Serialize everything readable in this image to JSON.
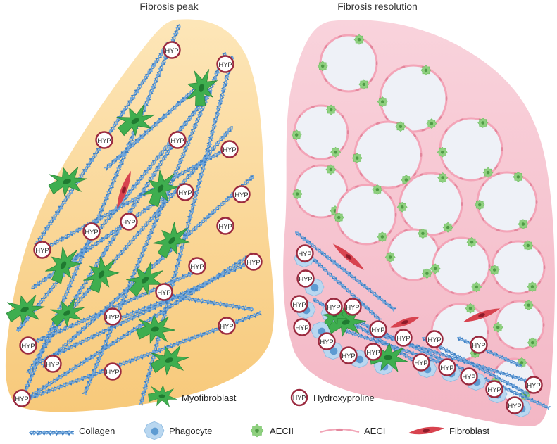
{
  "titles": {
    "left": "Fibrosis peak",
    "right": "Fibrosis resolution"
  },
  "hyp_badge": "HYP",
  "legend": {
    "myofibroblast": "Myofibroblast",
    "hydroxyproline": "Hydroxyproline",
    "collagen": "Collagen",
    "phagocyte": "Phagocyte",
    "aecii": "AECII",
    "aeci": "AECI",
    "fibroblast": "Fibroblast"
  },
  "colors": {
    "peak_lung_fill": "#fbd99b",
    "resolution_lung_fill": "#f7c3cf",
    "alveolus_fill": "#eef1f7",
    "alveolus_wall": "#f3a5b8",
    "collagen": "#3f7fc2",
    "myofibroblast": "#3fae4f",
    "aecii": "#8fd07f",
    "fibroblast": "#d8434f",
    "phagocyte": "#b9d7f0",
    "hyp_ring": "#9b2a3f"
  },
  "icons": [
    "collagen-icon",
    "phagocyte-icon",
    "aecii-icon",
    "aeci-icon",
    "fibroblast-icon",
    "myofibroblast-icon",
    "hydroxyproline-icon"
  ]
}
